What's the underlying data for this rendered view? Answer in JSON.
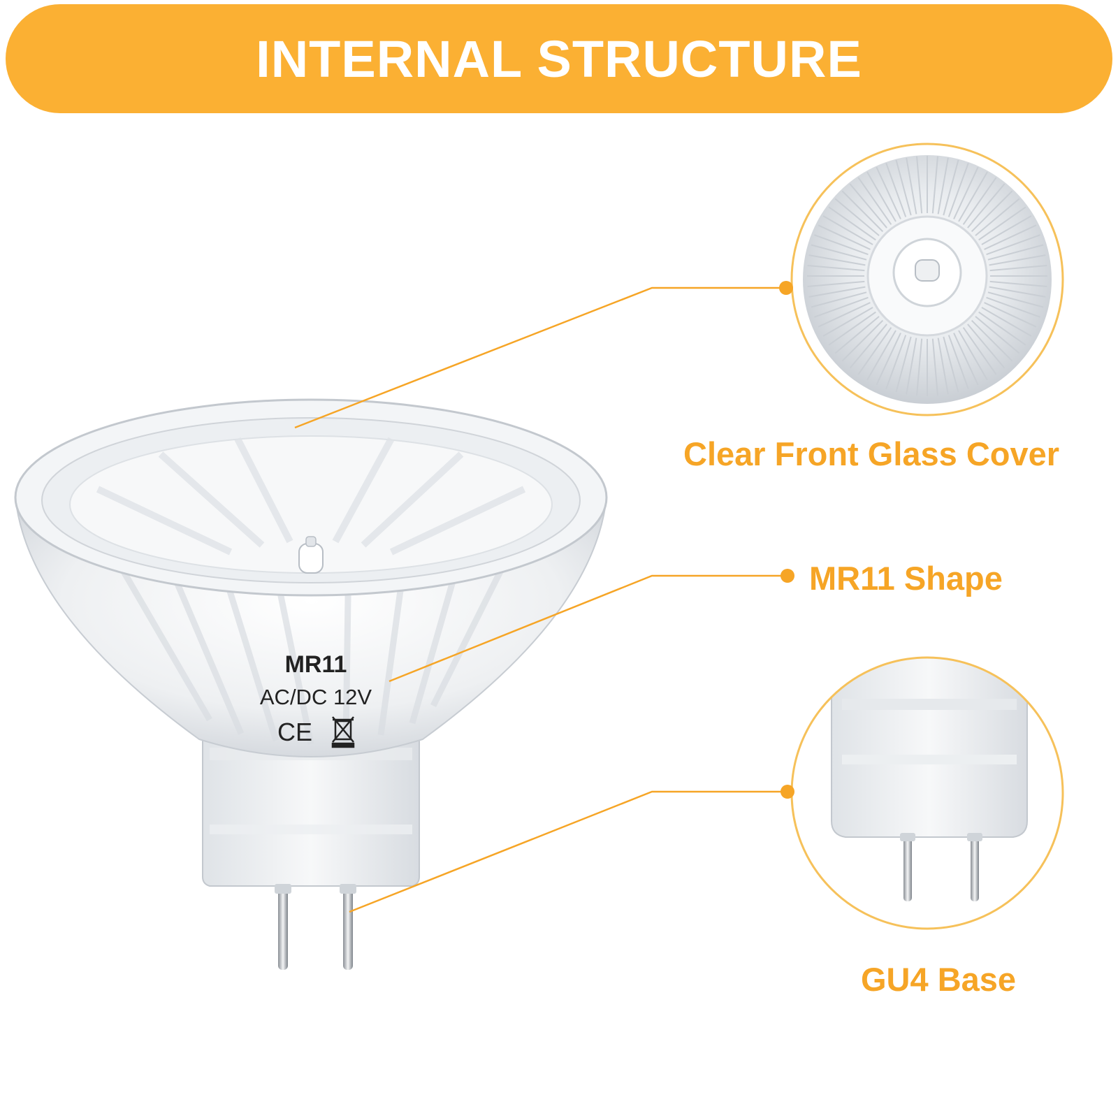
{
  "banner": {
    "title": "INTERNAL STRUCTURE",
    "color": "#fbb033"
  },
  "callouts": {
    "glass_cover": "Clear Front Glass Cover",
    "shape": "MR11 Shape",
    "base": "GU4 Base"
  },
  "bulb_print": {
    "model": "MR11",
    "voltage": "AC/DC 12V",
    "ce_mark": "CE"
  },
  "accent_color": "#f6a526"
}
